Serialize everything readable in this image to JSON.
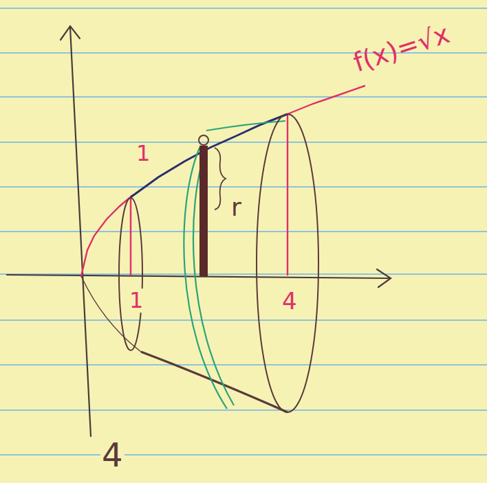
{
  "diagram": {
    "labels": [
      "f(x)=√x",
      "1",
      "r",
      "1",
      "4",
      "4"
    ]
  }
}
